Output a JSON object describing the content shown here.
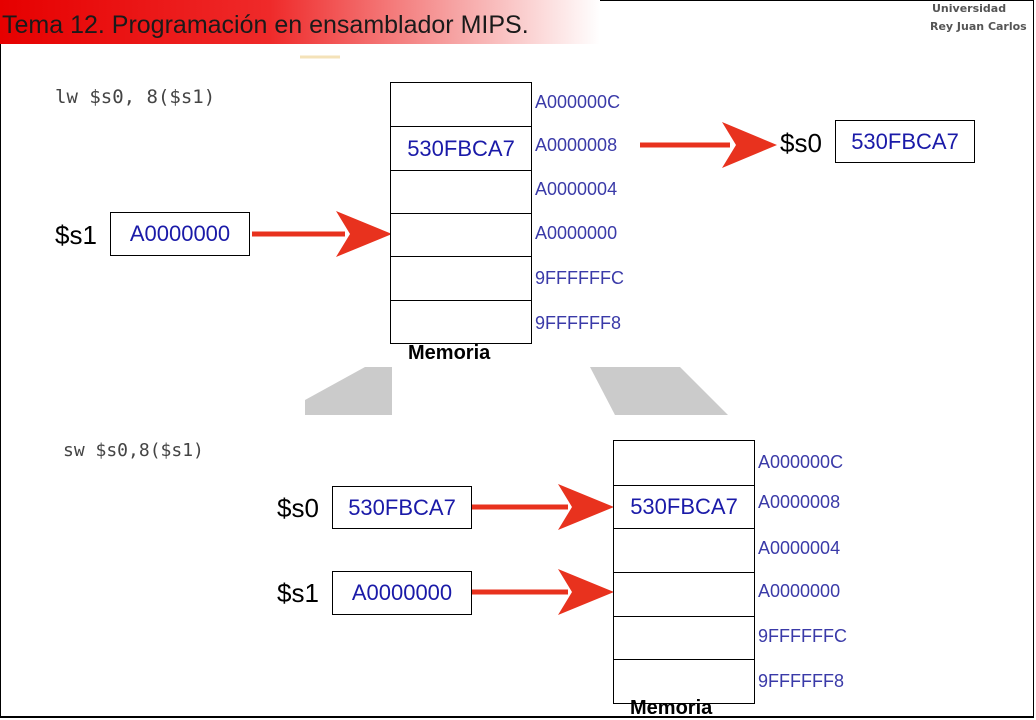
{
  "header": {
    "title": "Tema 12. Programación en ensamblador MIPS.",
    "logo_line1": "Universidad",
    "logo_line2": "Rey Juan Carlos"
  },
  "top": {
    "instruction": "lw $s0, 8($s1)",
    "memory_cells": [
      "",
      "530FBCA7",
      "",
      "",
      "",
      ""
    ],
    "addresses": [
      "A000000C",
      "A0000008",
      "A0000004",
      "A0000000",
      "9FFFFFFC",
      "9FFFFFF8"
    ],
    "memory_label": "Memoria",
    "reg_s1_name": "$s1",
    "reg_s1_value": "A0000000",
    "reg_s0_name": "$s0",
    "reg_s0_value": "530FBCA7"
  },
  "bottom": {
    "instruction": "sw $s0,8($s1)",
    "memory_cells": [
      "",
      "530FBCA7",
      "",
      "",
      "",
      ""
    ],
    "addresses": [
      "A000000C",
      "A0000008",
      "A0000004",
      "A0000000",
      "9FFFFFFC",
      "9FFFFFF8"
    ],
    "memory_label": "Memoria",
    "reg_s0_name": "$s0",
    "reg_s0_value": "530FBCA7",
    "reg_s1_name": "$s1",
    "reg_s1_value": "A0000000"
  },
  "colors": {
    "arrow": "#e8321e",
    "value_text": "#1a1aa8",
    "address_text": "#3a3aa8",
    "title_bg": "#e60000",
    "watermark": "#c8c8c8"
  }
}
